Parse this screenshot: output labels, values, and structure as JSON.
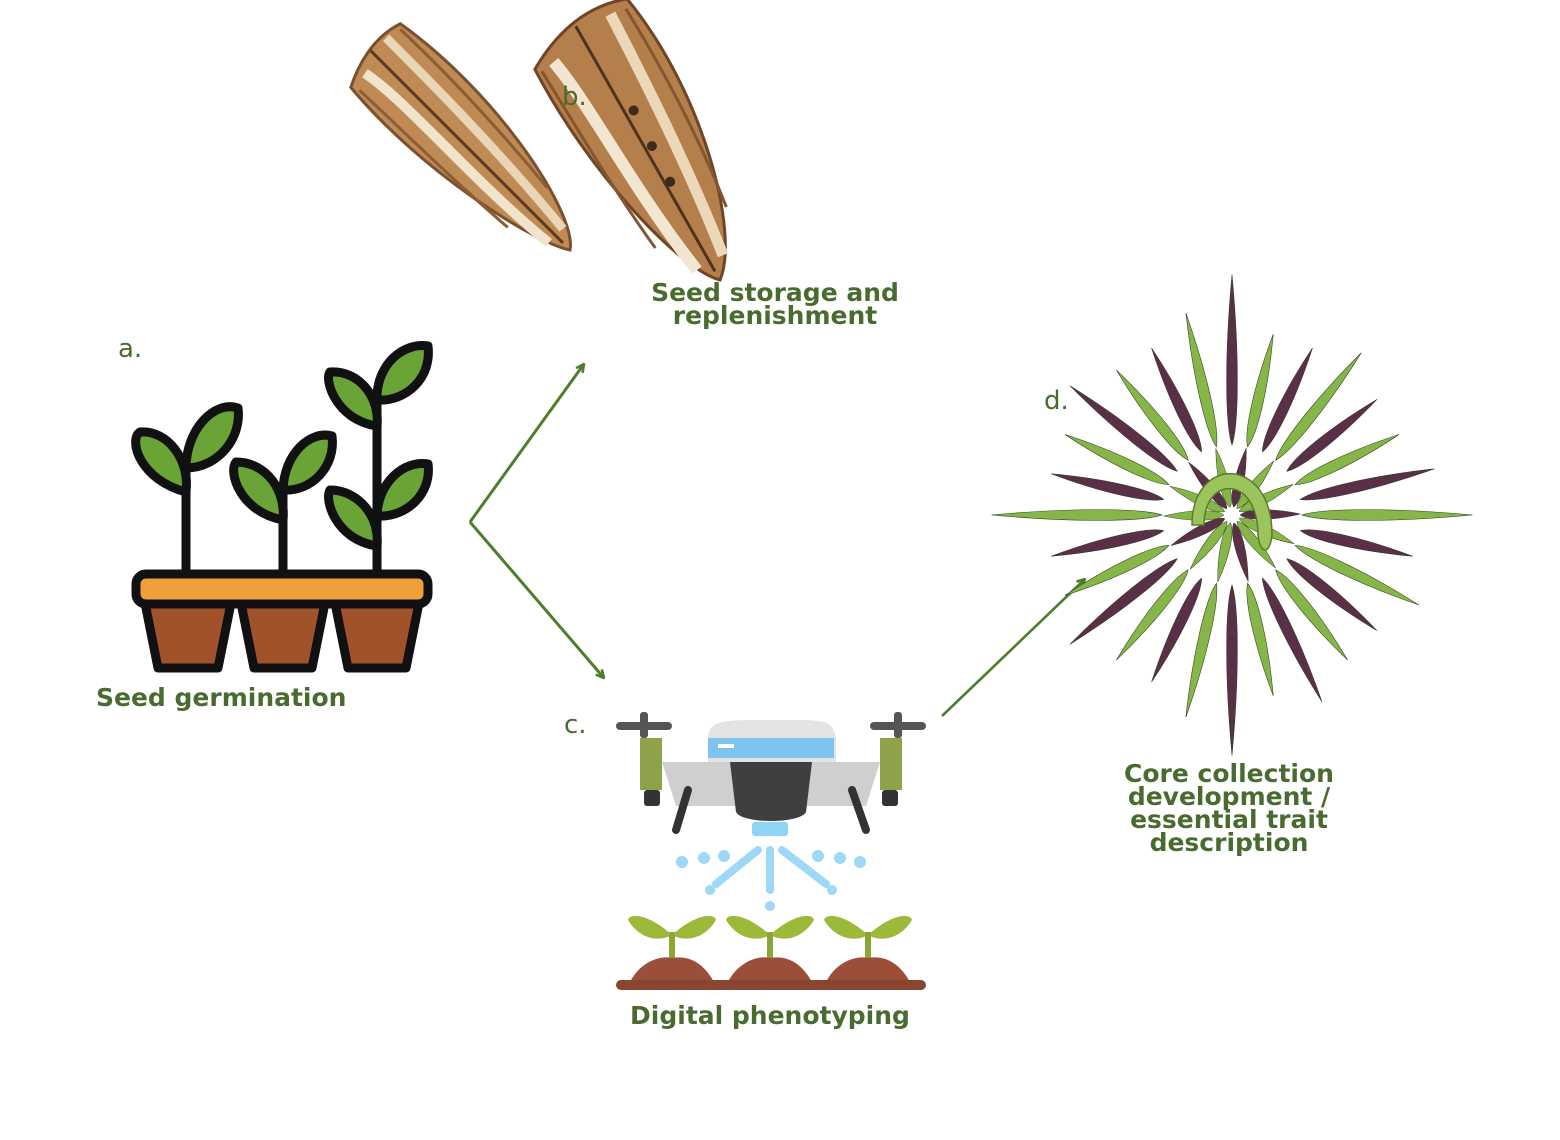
{
  "colors": {
    "text": "#4a6b2f",
    "arrow": "#4e7d2c",
    "leaf": "#6aa336",
    "pot": "#a0532b",
    "tray": "#f0a03a",
    "outline": "#111111",
    "pod_brown": "#c08a55",
    "okra_green": "#86b548",
    "okra_purple": "#5a3048"
  },
  "panels": {
    "a": {
      "letter": "a.",
      "caption": "Seed germination",
      "icon": "seedling-pots-icon"
    },
    "b": {
      "letter": "b.",
      "caption_line1": "Seed storage and",
      "caption_line2": "replenishment",
      "icon": "dry-okra-pods-icon"
    },
    "c": {
      "letter": "c.",
      "caption": "Digital phenotyping",
      "icon": "drone-sprayer-icon"
    },
    "d": {
      "letter": "d.",
      "caption_line1": "Core collection",
      "caption_line2": "development /",
      "caption_line3": "essential trait",
      "caption_line4": "description",
      "icon": "okra-radial-arrangement-icon"
    }
  }
}
